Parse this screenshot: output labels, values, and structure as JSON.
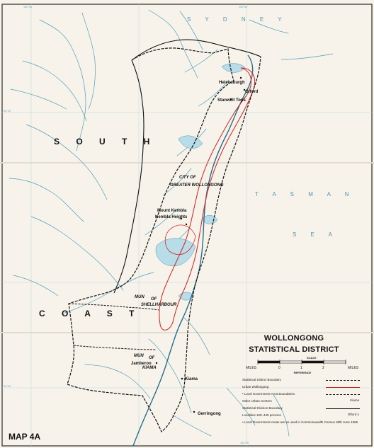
{
  "map": {
    "title_line1": "WOLLONGONG",
    "title_line2": "STATISTICAL DISTRICT",
    "map_number": "MAP 4A",
    "scale_label": "SCALE",
    "scale_ticks": [
      "MILES",
      "0",
      "1",
      "2",
      "MILES"
    ],
    "reference_title": "REFERENCE",
    "region_labels": {
      "south": "S O U T H",
      "coast": "C O A S T",
      "sydney": "S Y D N E Y",
      "tasman": "T A S M A N",
      "sea": "S E A"
    },
    "major_labels": {
      "city": "CITY OF",
      "greater": "GREATER WOLLONGONG",
      "mun": "MUN",
      "of1": "OF",
      "shellharbour": "SHELLHARBOUR",
      "mun2": "MUN",
      "of2": "OF",
      "kiama_area": "KIAMA",
      "helensburgh": "Helensburgh",
      "stanwell": "Stanwell Tops",
      "otford": "Otford",
      "mount_kembla": "Mount Kembla",
      "kembla_heights": "Kembla Heights",
      "kiama": "Kiama",
      "gerringong": "Gerringong",
      "jamberoo": "Jamberoo"
    },
    "legend": [
      {
        "text": "Statistical District Boundary",
        "style": "dash"
      },
      {
        "text": "Urban Wollongong",
        "style": "red"
      },
      {
        "text": "• Local Government Area Boundaries",
        "style": "dotdash"
      },
      {
        "text": "Other Urban Centres",
        "sample": "Kiama"
      },
      {
        "text": "Statistical Division Boundary",
        "style": "solid"
      },
      {
        "text": "Localities 100–449 persons",
        "sample": "Otford o"
      },
      {
        "text": "• Local Government Areas are as used in Commonwealth Census 30th June 1966"
      }
    ],
    "coords": {
      "top_left": "150°40'",
      "top_mid": "150°50'",
      "left_mid": "34°10'",
      "left_low": "34°40'",
      "bottom_mid": "150°50'"
    }
  }
}
